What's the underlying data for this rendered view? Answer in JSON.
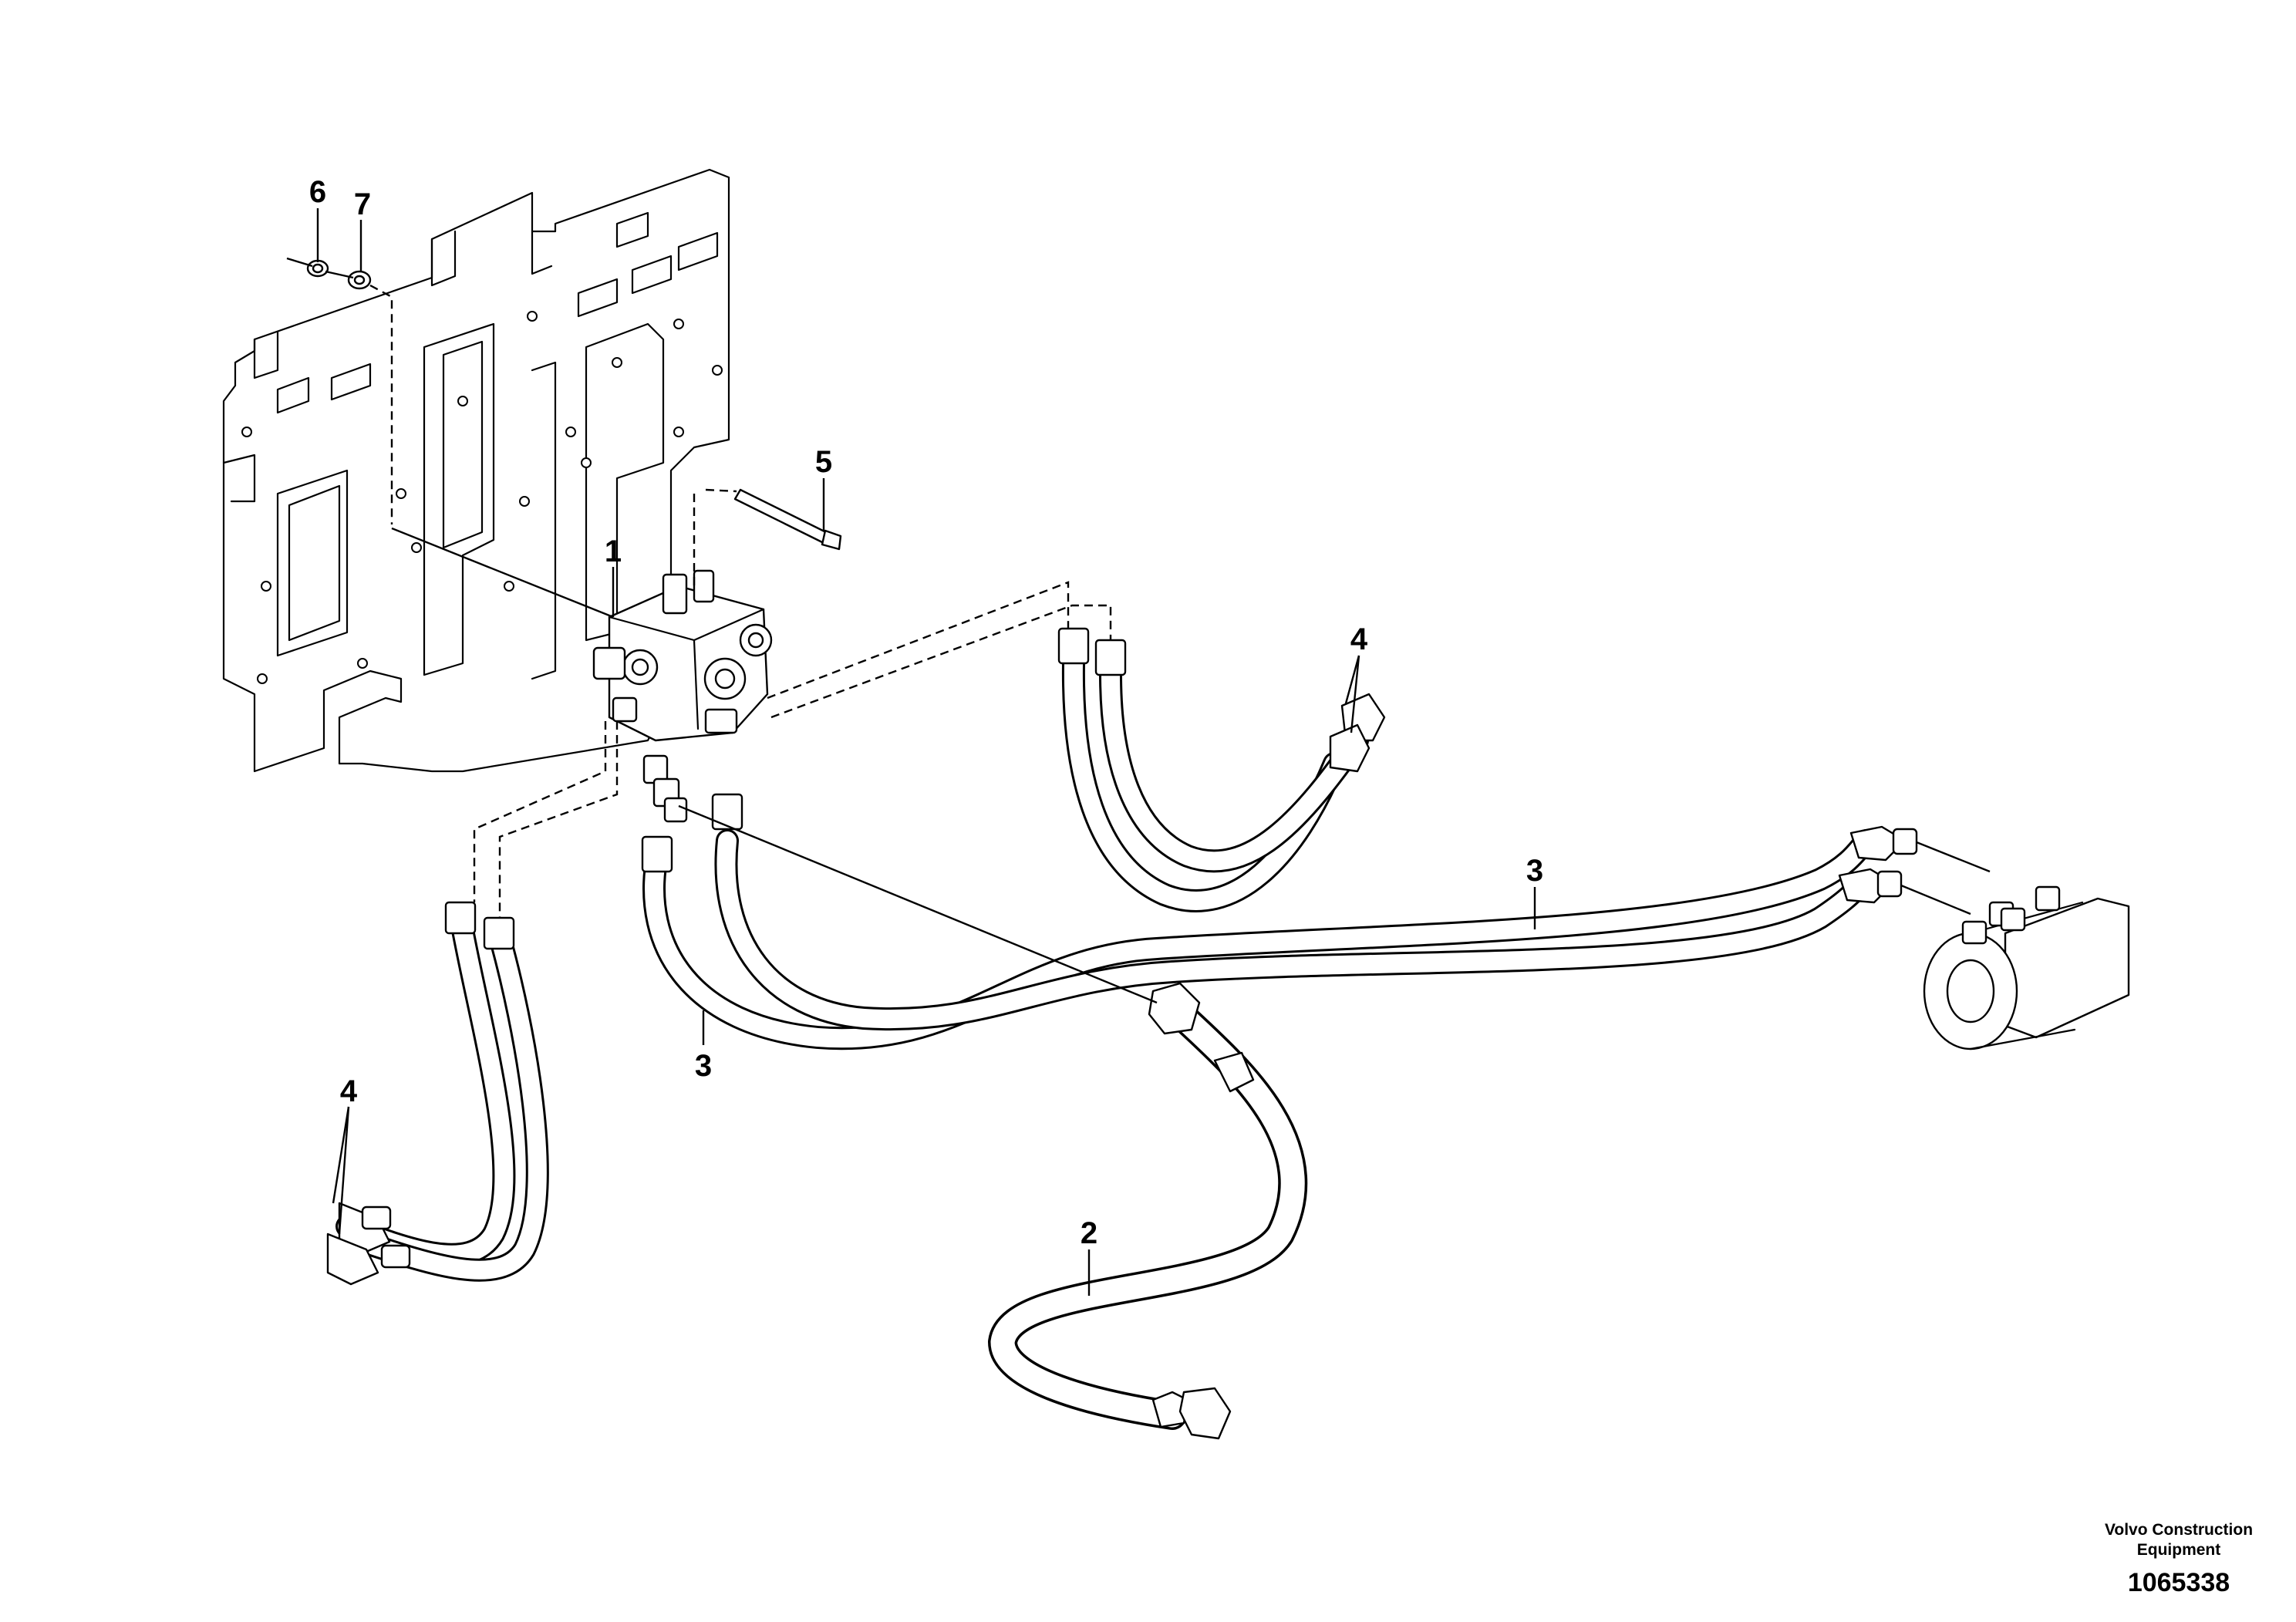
{
  "callouts": [
    {
      "id": "1",
      "text": "1"
    },
    {
      "id": "2",
      "text": "2"
    },
    {
      "id": "3a",
      "text": "3"
    },
    {
      "id": "3b",
      "text": "3"
    },
    {
      "id": "4a",
      "text": "4"
    },
    {
      "id": "4b",
      "text": "4"
    },
    {
      "id": "5",
      "text": "5"
    },
    {
      "id": "6",
      "text": "6"
    },
    {
      "id": "7",
      "text": "7"
    }
  ],
  "footer": {
    "brand_line1": "Volvo Construction",
    "brand_line2": "Equipment",
    "document_number": "1065338"
  }
}
